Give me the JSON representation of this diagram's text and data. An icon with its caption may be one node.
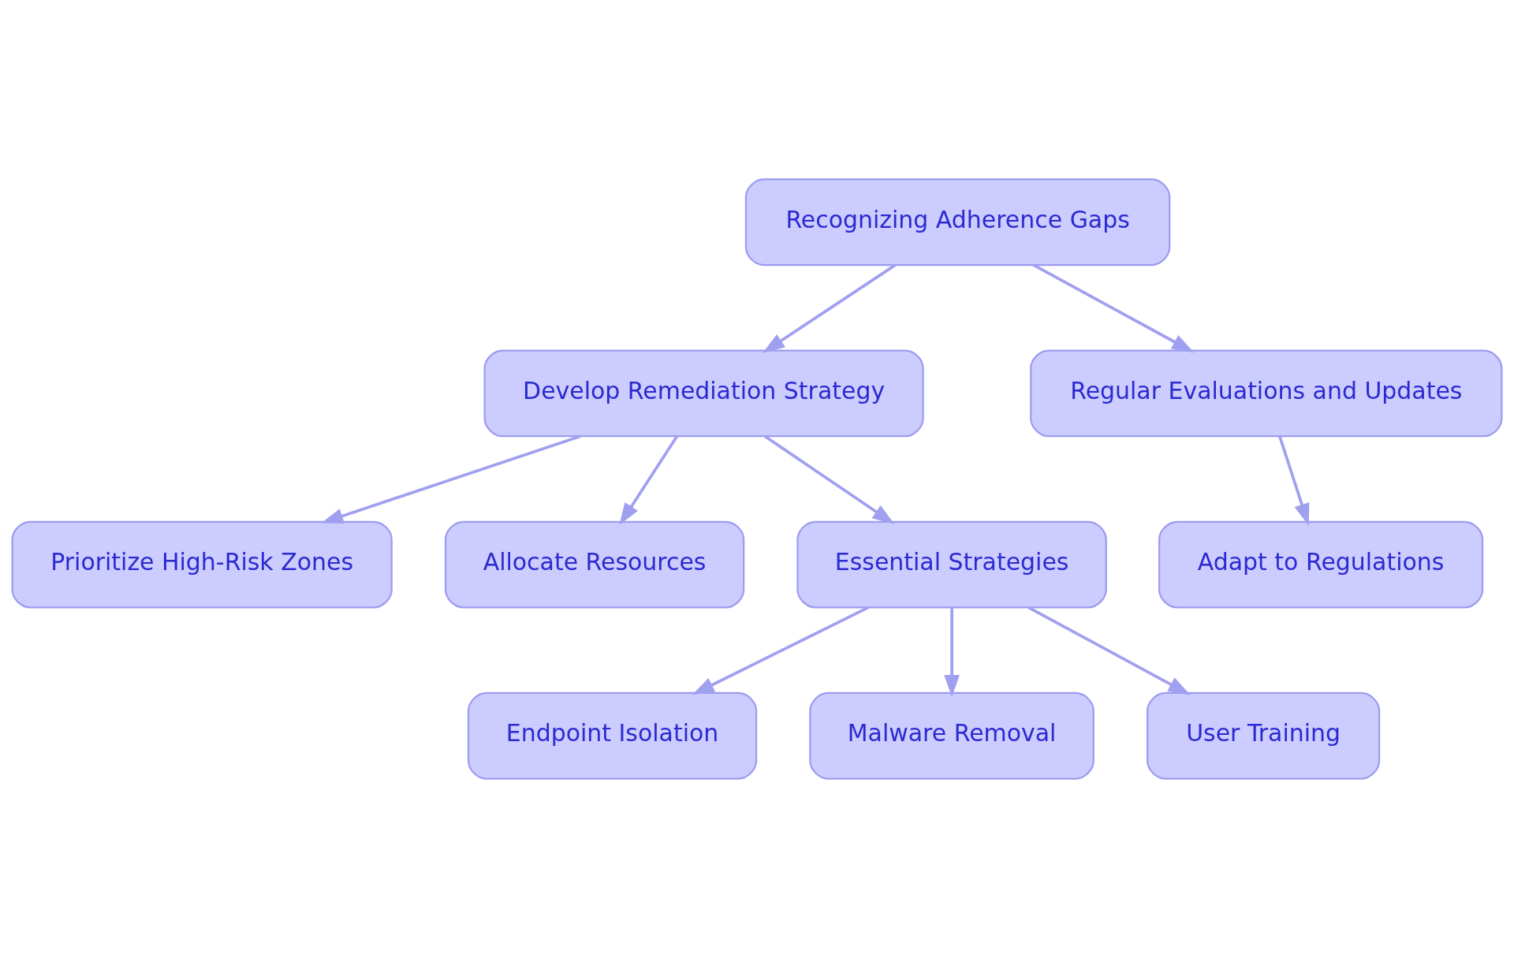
{
  "diagram": {
    "nodes": [
      {
        "text": [
          "Recognizing Adherence Gaps"
        ]
      },
      {
        "text": [
          "Develop Remediation Strategy"
        ]
      },
      {
        "text": [
          "Regular Evaluations and Updates"
        ]
      },
      {
        "text": [
          "Prioritize High-Risk Zones"
        ]
      },
      {
        "text": [
          "Allocate Resources"
        ]
      },
      {
        "text": [
          "Essential Strategies"
        ]
      },
      {
        "text": [
          "Adapt to Regulations"
        ]
      },
      {
        "text": [
          "Endpoint Isolation"
        ]
      },
      {
        "text": [
          "Malware Removal"
        ]
      },
      {
        "text": [
          "User Training"
        ]
      }
    ],
    "edges": [
      {
        "from": 0,
        "to": 1,
        "arrow": "to"
      },
      {
        "from": 0,
        "to": 2,
        "arrow": "to"
      },
      {
        "from": 1,
        "to": 3,
        "arrow": "to"
      },
      {
        "from": 1,
        "to": 4,
        "arrow": "to"
      },
      {
        "from": 1,
        "to": 5,
        "arrow": "to"
      },
      {
        "from": 2,
        "to": 6,
        "arrow": "to"
      },
      {
        "from": 5,
        "to": 7,
        "arrow": "to"
      },
      {
        "from": 5,
        "to": 8,
        "arrow": "to"
      },
      {
        "from": 5,
        "to": 9,
        "arrow": "to"
      }
    ]
  }
}
